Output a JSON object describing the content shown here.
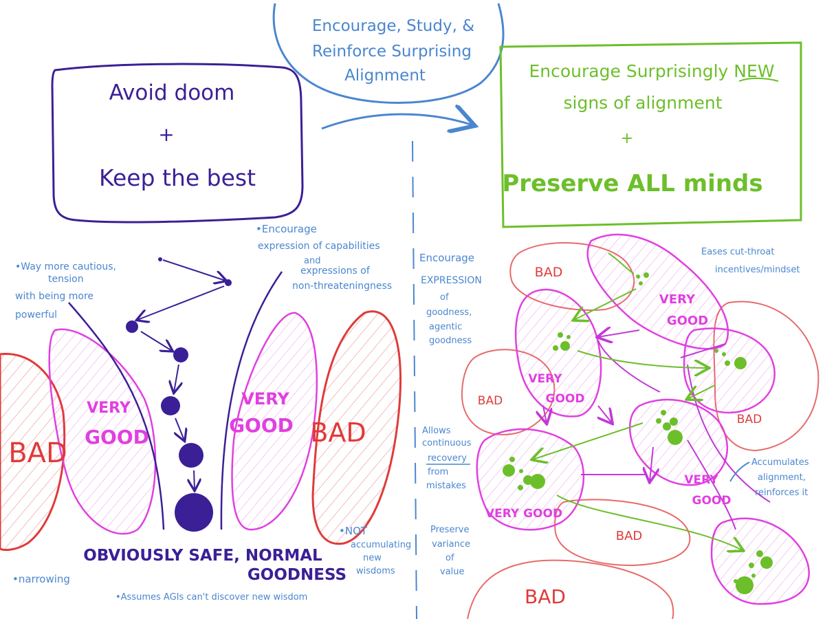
{
  "colors": {
    "purple": "#3b1f96",
    "blue": "#4a86d0",
    "green": "#6cbf2a",
    "magenta": "#e040e0",
    "red": "#e03a3a",
    "light_red": "#e86a6a"
  },
  "top_center_cloud": {
    "line1": "Encourage, Study, &",
    "line2": "Reinforce Surprising",
    "line3": "Alignment"
  },
  "left_box": {
    "line1": "Avoid doom",
    "plus": "+",
    "line2": "Keep the best"
  },
  "right_box": {
    "line1": "Encourage Surprisingly NEW",
    "line2": "signs of alignment",
    "plus": "+",
    "line3": "Preserve ALL minds"
  },
  "left_notes": {
    "cautious_1": "•Way more cautious,",
    "cautious_2": "tension",
    "cautious_3": "with being more",
    "cautious_4": "powerful",
    "encourage_1": "•Encourage",
    "encourage_2": "expression of capabilities",
    "encourage_3": "and",
    "encourage_4": "expressions of",
    "encourage_5": "non-threateningness",
    "not_acc_1": "•NOT",
    "not_acc_2": "accumulating",
    "not_acc_3": "new",
    "not_acc_4": "wisdoms",
    "narrowing": "•narrowing",
    "assumes": "•Assumes AGIs can't discover new wisdom",
    "safe_1": "OBVIOUSLY SAFE, NORMAL",
    "safe_2": "GOODNESS"
  },
  "left_regions": {
    "bad_left": "BAD",
    "bad_right": "BAD",
    "very_good_left_1": "VERY",
    "very_good_left_2": "GOOD",
    "very_good_right_1": "VERY",
    "very_good_right_2": "GOOD"
  },
  "middle_notes": {
    "enc_1": "Encourage",
    "enc_2": "EXPRESSION",
    "enc_3": "of",
    "enc_4": "goodness,",
    "enc_5": "agentic",
    "enc_6": "goodness",
    "allows_1": "Allows",
    "allows_2": "continuous",
    "allows_3": "recovery",
    "allows_4": "from",
    "allows_5": "mistakes",
    "preserve_1": "Preserve",
    "preserve_2": "variance",
    "preserve_3": "of",
    "preserve_4": "value"
  },
  "right_notes": {
    "eases_1": "Eases cut-throat",
    "eases_2": "incentives/mindset",
    "acc_1": "Accumulates",
    "acc_2": "alignment,",
    "acc_3": "reinforces it"
  },
  "right_regions": {
    "bad_top": "BAD",
    "bad_left": "BAD",
    "bad_right": "BAD",
    "bad_center": "BAD",
    "bad_bottom": "BAD",
    "vg_top_1": "VERY",
    "vg_top_2": "GOOD",
    "vg_mid_1": "VERY",
    "vg_mid_2": "GOOD",
    "vg_right_1": "VERY",
    "vg_right_2": "GOOD",
    "vg_bottom": "VERY GOOD"
  }
}
